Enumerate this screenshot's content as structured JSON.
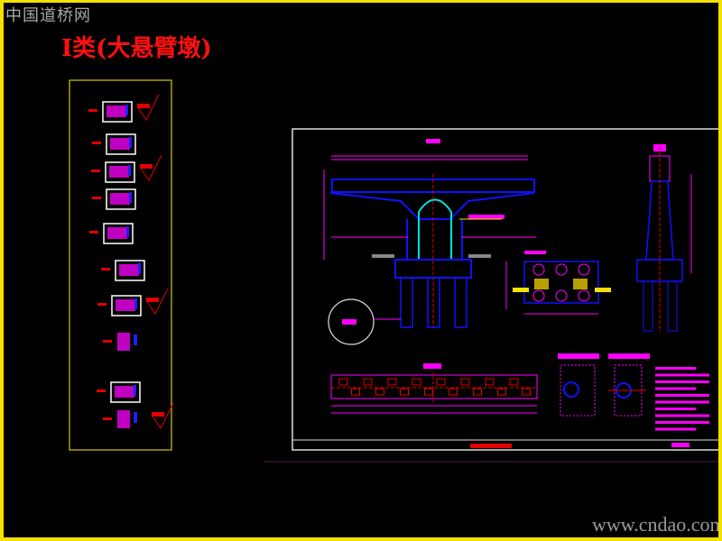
{
  "watermark_top": "中国道桥网",
  "drawing_title": "I类(大悬臂墩)",
  "watermark_bottom": "www.cndao.com",
  "colors": {
    "frame": "#f5e000",
    "title": "#ff1010",
    "linework": "#ff00ff",
    "structure": "#1010ff",
    "rebar": "#e00000",
    "pier": "#00e0e0",
    "sheet_border": "#ffffff"
  }
}
